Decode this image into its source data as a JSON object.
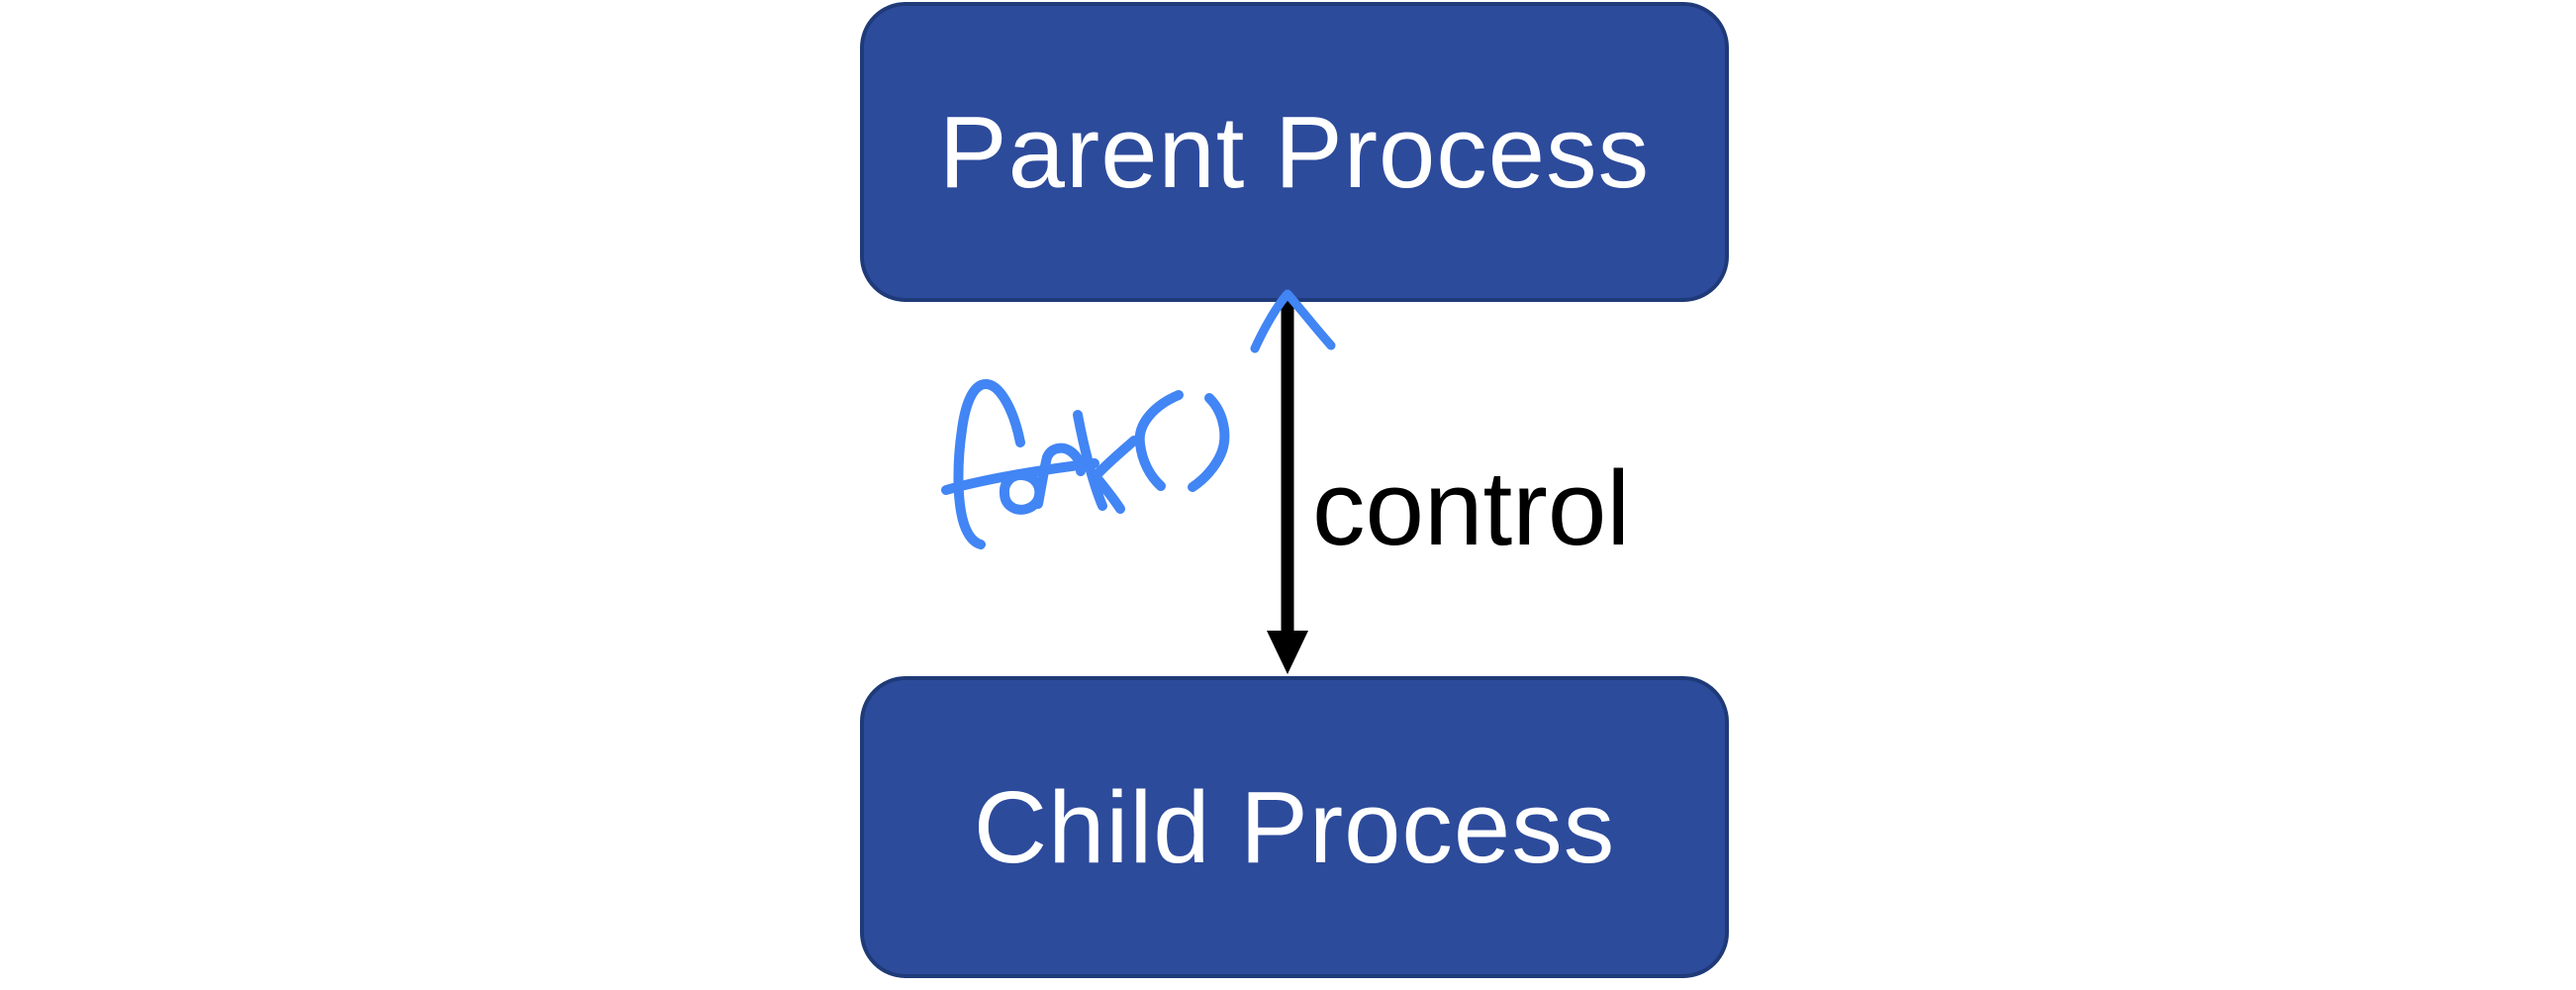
{
  "diagram": {
    "type": "process-flow",
    "nodes": [
      {
        "id": "parent",
        "label": "Parent Process"
      },
      {
        "id": "child",
        "label": "Child Process"
      }
    ],
    "edge": {
      "label": "control",
      "from": "parent",
      "to": "child",
      "direction": "down"
    },
    "annotation": {
      "text": "fork()",
      "style": "handwritten",
      "points_to": "parent"
    },
    "colors": {
      "background": "#ffffff",
      "node_fill": "#2d4b9b",
      "node_edge": "#1f3a78",
      "node_text": "#ffffff",
      "edge_color": "#000000",
      "ink_color": "#4285f4"
    }
  }
}
